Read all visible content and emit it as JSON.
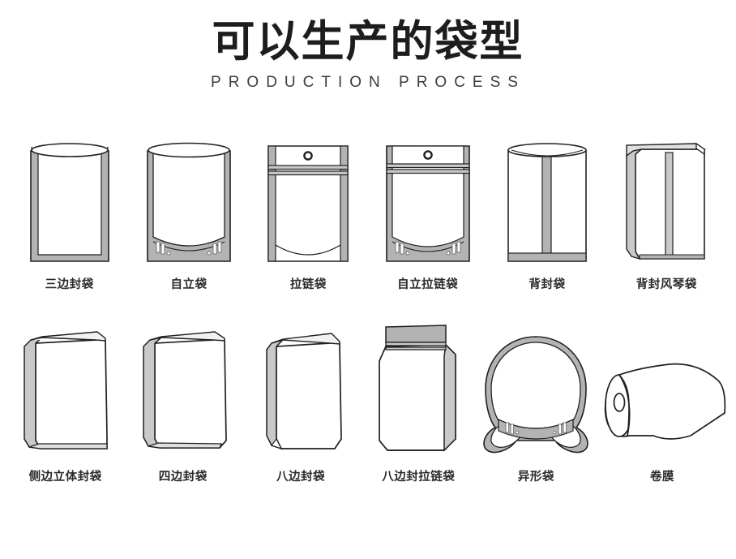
{
  "header": {
    "title": "可以生产的袋型",
    "subtitle": "PRODUCTION PROCESS"
  },
  "palette": {
    "background": "#ffffff",
    "outline": "#231f20",
    "seal_gray": "#b3b3b3",
    "panel_gray": "#c9c9c9",
    "light_gray": "#e0e0e0",
    "title_color": "#1d1d1d",
    "caption_color": "#2a2a2a"
  },
  "rows": [
    {
      "items": [
        {
          "label": "三边封袋",
          "icon": "three-side-seal-bag-icon"
        },
        {
          "label": "自立袋",
          "icon": "stand-up-pouch-icon"
        },
        {
          "label": "拉链袋",
          "icon": "zipper-bag-icon"
        },
        {
          "label": "自立拉链袋",
          "icon": "stand-up-zipper-pouch-icon"
        },
        {
          "label": "背封袋",
          "icon": "back-seal-bag-icon"
        },
        {
          "label": "背封风琴袋",
          "icon": "back-seal-gusset-bag-icon"
        }
      ]
    },
    {
      "items": [
        {
          "label": "侧边立体封袋",
          "icon": "side-gusset-bag-icon"
        },
        {
          "label": "四边封袋",
          "icon": "four-side-seal-bag-icon"
        },
        {
          "label": "八边封袋",
          "icon": "eight-side-seal-bag-icon"
        },
        {
          "label": "八边封拉链袋",
          "icon": "eight-side-seal-zipper-bag-icon"
        },
        {
          "label": "异形袋",
          "icon": "shaped-bag-icon"
        },
        {
          "label": "卷膜",
          "icon": "roll-film-icon"
        }
      ]
    }
  ]
}
